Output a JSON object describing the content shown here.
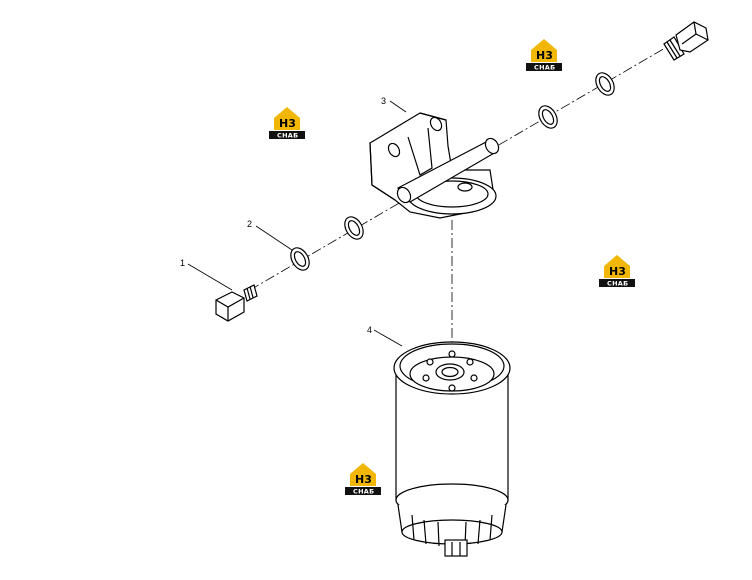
{
  "callouts": {
    "item_1": "1",
    "item_2": "2",
    "item_3": "3",
    "item_4": "4"
  },
  "watermark": {
    "top_text": "H3",
    "bottom_text": "СНАБ",
    "color_accent": "#f2b705",
    "color_dark": "#111111"
  },
  "line_color": "#000000"
}
